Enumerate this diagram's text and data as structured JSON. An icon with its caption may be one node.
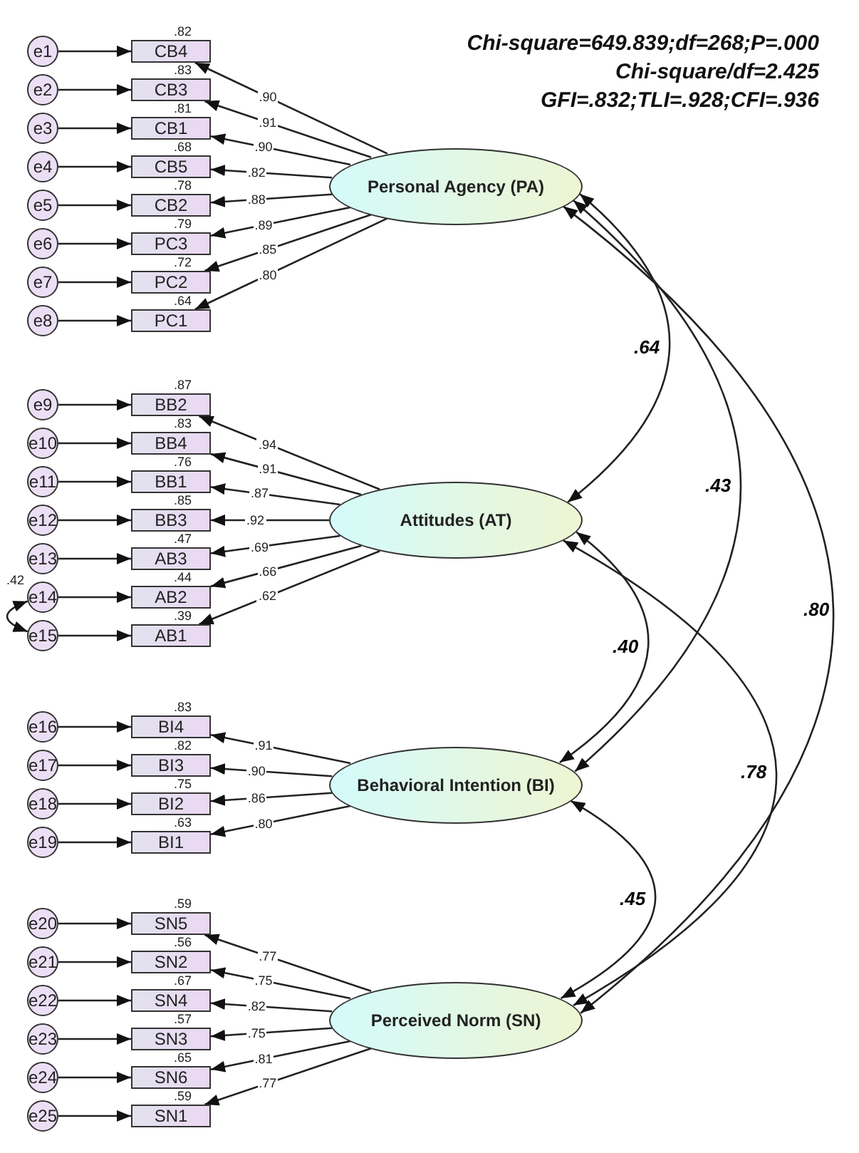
{
  "diagram": {
    "nodes": [
      {
        "text": [
          "e1"
        ]
      },
      {
        "text": [
          "e2"
        ]
      },
      {
        "text": [
          "e3"
        ]
      },
      {
        "text": [
          "e4"
        ]
      },
      {
        "text": [
          "e5"
        ]
      },
      {
        "text": [
          "e6"
        ]
      },
      {
        "text": [
          "e7"
        ]
      },
      {
        "text": [
          "e8"
        ]
      },
      {
        "text": [
          "e9"
        ]
      },
      {
        "text": [
          "e10"
        ]
      },
      {
        "text": [
          "e11"
        ]
      },
      {
        "text": [
          "e12"
        ]
      },
      {
        "text": [
          "e13"
        ]
      },
      {
        "text": [
          "e14"
        ]
      },
      {
        "text": [
          "e15"
        ]
      },
      {
        "text": [
          "e16"
        ]
      },
      {
        "text": [
          "e17"
        ]
      },
      {
        "text": [
          "e18"
        ]
      },
      {
        "text": [
          "e19"
        ]
      },
      {
        "text": [
          "e20"
        ]
      },
      {
        "text": [
          "e21"
        ]
      },
      {
        "text": [
          "e22"
        ]
      },
      {
        "text": [
          "e23"
        ]
      },
      {
        "text": [
          "e24"
        ]
      },
      {
        "text": [
          "e25"
        ]
      },
      {
        "text": [
          "CB4"
        ],
        "beside": [
          ".82"
        ]
      },
      {
        "text": [
          "CB3"
        ],
        "beside": [
          ".83"
        ]
      },
      {
        "text": [
          "CB1"
        ],
        "beside": [
          ".81"
        ]
      },
      {
        "text": [
          "CB5"
        ],
        "beside": [
          ".68"
        ]
      },
      {
        "text": [
          "CB2"
        ],
        "beside": [
          ".78"
        ]
      },
      {
        "text": [
          "PC3"
        ],
        "beside": [
          ".79"
        ]
      },
      {
        "text": [
          "PC2"
        ],
        "beside": [
          ".72"
        ]
      },
      {
        "text": [
          "PC1"
        ],
        "beside": [
          ".64"
        ]
      },
      {
        "text": [
          "BB2"
        ],
        "beside": [
          ".87"
        ]
      },
      {
        "text": [
          "BB4"
        ],
        "beside": [
          ".83"
        ]
      },
      {
        "text": [
          "BB1"
        ],
        "beside": [
          ".76"
        ]
      },
      {
        "text": [
          "BB3"
        ],
        "beside": [
          ".85"
        ]
      },
      {
        "text": [
          "AB3"
        ],
        "beside": [
          ".47"
        ]
      },
      {
        "text": [
          "AB2"
        ],
        "beside": [
          ".44"
        ]
      },
      {
        "text": [
          "AB1"
        ],
        "beside": [
          ".39"
        ]
      },
      {
        "text": [
          "BI4"
        ],
        "beside": [
          ".83"
        ]
      },
      {
        "text": [
          "BI3"
        ],
        "beside": [
          ".82"
        ]
      },
      {
        "text": [
          "BI2"
        ],
        "beside": [
          ".75"
        ]
      },
      {
        "text": [
          "BI1"
        ],
        "beside": [
          ".63"
        ]
      },
      {
        "text": [
          "SN5"
        ],
        "beside": [
          ".59"
        ]
      },
      {
        "text": [
          "SN2"
        ],
        "beside": [
          ".56"
        ]
      },
      {
        "text": [
          "SN4"
        ],
        "beside": [
          ".67"
        ]
      },
      {
        "text": [
          "SN3"
        ],
        "beside": [
          ".57"
        ]
      },
      {
        "text": [
          "SN6"
        ],
        "beside": [
          ".65"
        ]
      },
      {
        "text": [
          "SN1"
        ],
        "beside": [
          ".59"
        ]
      },
      {
        "text": [
          "Personal Agency (PA)"
        ]
      },
      {
        "text": [
          "Attitudes (AT)"
        ]
      },
      {
        "text": [
          "Behavioral Intention (BI)"
        ]
      },
      {
        "text": [
          "Perceived Norm (SN)"
        ]
      }
    ],
    "edges": [
      {
        "from": 0,
        "to": 25,
        "arrow": "to"
      },
      {
        "from": 1,
        "to": 26,
        "arrow": "to"
      },
      {
        "from": 2,
        "to": 27,
        "arrow": "to"
      },
      {
        "from": 3,
        "to": 28,
        "arrow": "to"
      },
      {
        "from": 4,
        "to": 29,
        "arrow": "to"
      },
      {
        "from": 5,
        "to": 30,
        "arrow": "to"
      },
      {
        "from": 6,
        "to": 31,
        "arrow": "to"
      },
      {
        "from": 7,
        "to": 32,
        "arrow": "to"
      },
      {
        "from": 8,
        "to": 33,
        "arrow": "to"
      },
      {
        "from": 9,
        "to": 34,
        "arrow": "to"
      },
      {
        "from": 10,
        "to": 35,
        "arrow": "to"
      },
      {
        "from": 11,
        "to": 36,
        "arrow": "to"
      },
      {
        "from": 12,
        "to": 37,
        "arrow": "to"
      },
      {
        "from": 13,
        "to": 38,
        "arrow": "to"
      },
      {
        "from": 14,
        "to": 39,
        "arrow": "to"
      },
      {
        "from": 15,
        "to": 40,
        "arrow": "to"
      },
      {
        "from": 16,
        "to": 41,
        "arrow": "to"
      },
      {
        "from": 17,
        "to": 42,
        "arrow": "to"
      },
      {
        "from": 18,
        "to": 43,
        "arrow": "to"
      },
      {
        "from": 19,
        "to": 44,
        "arrow": "to"
      },
      {
        "from": 20,
        "to": 45,
        "arrow": "to"
      },
      {
        "from": 21,
        "to": 46,
        "arrow": "to"
      },
      {
        "from": 22,
        "to": 47,
        "arrow": "to"
      },
      {
        "from": 23,
        "to": 48,
        "arrow": "to"
      },
      {
        "from": 24,
        "to": 49,
        "arrow": "to"
      },
      {
        "from": 50,
        "to": 25,
        "arrow": "to",
        "label": ".90"
      },
      {
        "from": 50,
        "to": 26,
        "arrow": "to",
        "label": ".91"
      },
      {
        "from": 50,
        "to": 27,
        "arrow": "to",
        "label": ".90"
      },
      {
        "from": 50,
        "to": 28,
        "arrow": "to",
        "label": ".82"
      },
      {
        "from": 50,
        "to": 29,
        "arrow": "to",
        "label": ".88"
      },
      {
        "from": 50,
        "to": 30,
        "arrow": "to",
        "label": ".89"
      },
      {
        "from": 50,
        "to": 31,
        "arrow": "to",
        "label": ".85"
      },
      {
        "from": 50,
        "to": 32,
        "arrow": "to",
        "label": ".80"
      },
      {
        "from": 51,
        "to": 33,
        "arrow": "to",
        "label": ".94"
      },
      {
        "from": 51,
        "to": 34,
        "arrow": "to",
        "label": ".91"
      },
      {
        "from": 51,
        "to": 35,
        "arrow": "to",
        "label": ".87"
      },
      {
        "from": 51,
        "to": 36,
        "arrow": "to",
        "label": ".92"
      },
      {
        "from": 51,
        "to": 37,
        "arrow": "to",
        "label": ".69"
      },
      {
        "from": 51,
        "to": 38,
        "arrow": "to",
        "label": ".66"
      },
      {
        "from": 51,
        "to": 39,
        "arrow": "to",
        "label": ".62"
      },
      {
        "from": 52,
        "to": 40,
        "arrow": "to",
        "label": ".91"
      },
      {
        "from": 52,
        "to": 41,
        "arrow": "to",
        "label": ".90"
      },
      {
        "from": 52,
        "to": 42,
        "arrow": "to",
        "label": ".86"
      },
      {
        "from": 52,
        "to": 43,
        "arrow": "to",
        "label": ".80"
      },
      {
        "from": 53,
        "to": 44,
        "arrow": "to",
        "label": ".77"
      },
      {
        "from": 53,
        "to": 45,
        "arrow": "to",
        "label": ".75"
      },
      {
        "from": 53,
        "to": 46,
        "arrow": "to",
        "label": ".82"
      },
      {
        "from": 53,
        "to": 47,
        "arrow": "to",
        "label": ".75"
      },
      {
        "from": 53,
        "to": 48,
        "arrow": "to",
        "label": ".81"
      },
      {
        "from": 53,
        "to": 49,
        "arrow": "to",
        "label": ".77"
      },
      {
        "from": 13,
        "to": 14,
        "arrow": "both",
        "label": ".42"
      },
      {
        "from": 50,
        "to": 51,
        "arrow": "both",
        "label": ".64"
      },
      {
        "from": 50,
        "to": 52,
        "arrow": "both",
        "label": ".43"
      },
      {
        "from": 50,
        "to": 53,
        "arrow": "both",
        "label": ".80"
      },
      {
        "from": 51,
        "to": 52,
        "arrow": "both",
        "label": ".40"
      },
      {
        "from": 51,
        "to": 53,
        "arrow": "both",
        "label": ".78"
      },
      {
        "from": 52,
        "to": 53,
        "arrow": "both",
        "label": ".45"
      }
    ],
    "labels": [
      "Chi-square=649.839;df=268;P=.000",
      "Chi-square/df=2.425",
      "GFI=.832;TLI=.928;CFI=.936"
    ]
  }
}
